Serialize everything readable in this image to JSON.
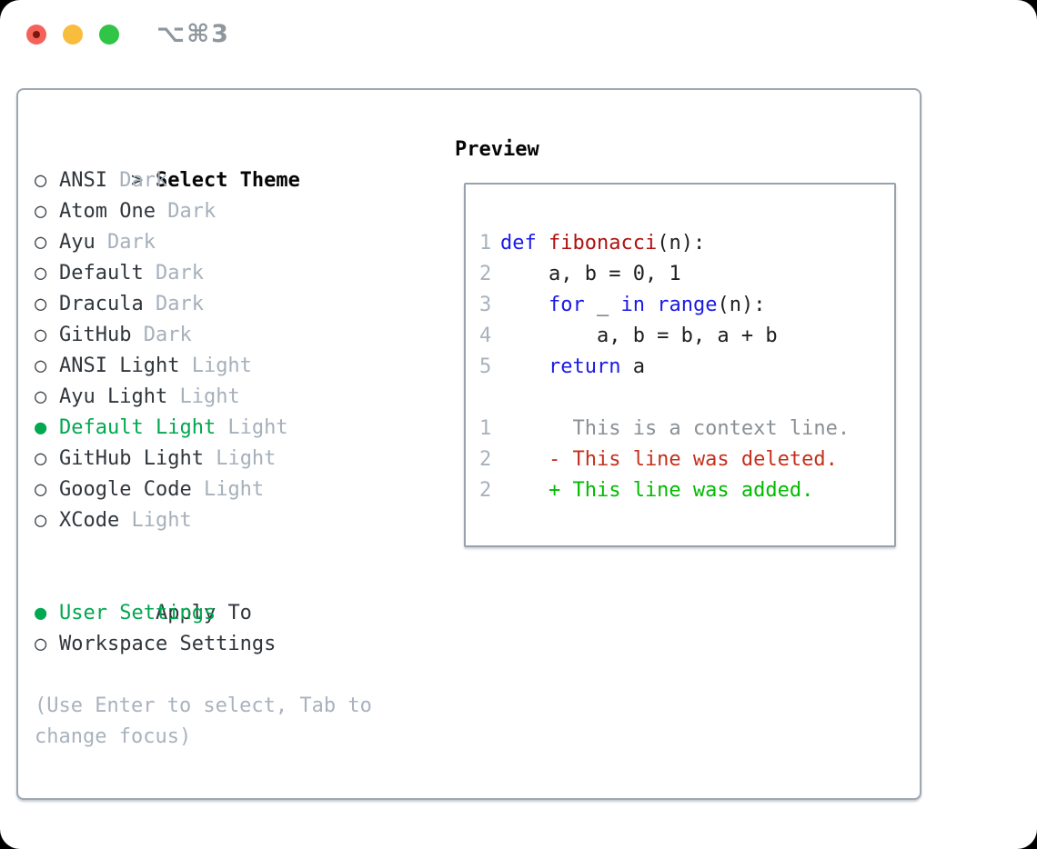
{
  "window": {
    "titlebar": {
      "shortcut": "⌥⌘3",
      "buttons": [
        "close",
        "minimize",
        "zoom"
      ]
    }
  },
  "theme_selector": {
    "cursor": ">",
    "header": "Select Theme",
    "radio_unselected": "○",
    "radio_selected": "●",
    "items": [
      {
        "label": "ANSI",
        "variant": "Dark",
        "selected": false
      },
      {
        "label": "Atom One",
        "variant": "Dark",
        "selected": false
      },
      {
        "label": "Ayu",
        "variant": "Dark",
        "selected": false
      },
      {
        "label": "Default",
        "variant": "Dark",
        "selected": false
      },
      {
        "label": "Dracula",
        "variant": "Dark",
        "selected": false
      },
      {
        "label": "GitHub",
        "variant": "Dark",
        "selected": false
      },
      {
        "label": "ANSI Light",
        "variant": "Light",
        "selected": false
      },
      {
        "label": "Ayu Light",
        "variant": "Light",
        "selected": false
      },
      {
        "label": "Default Light",
        "variant": "Light",
        "selected": true
      },
      {
        "label": "GitHub Light",
        "variant": "Light",
        "selected": false
      },
      {
        "label": "Google Code",
        "variant": "Light",
        "selected": false
      },
      {
        "label": "XCode",
        "variant": "Light",
        "selected": false
      }
    ]
  },
  "apply_to": {
    "header": "Apply To",
    "options": [
      {
        "label": "User Settings",
        "selected": true
      },
      {
        "label": "Workspace Settings",
        "selected": false
      }
    ]
  },
  "hint": "(Use Enter to select, Tab to change focus)",
  "preview": {
    "header": "Preview",
    "code_lines": [
      {
        "number": "1",
        "segments": [
          {
            "text": "def",
            "style": "keyword"
          },
          {
            "text": " ",
            "style": "plain"
          },
          {
            "text": "fibonacci",
            "style": "function"
          },
          {
            "text": "(n):",
            "style": "plain"
          }
        ]
      },
      {
        "number": "2",
        "segments": [
          {
            "text": "    a, b = 0, 1",
            "style": "plain"
          }
        ]
      },
      {
        "number": "3",
        "segments": [
          {
            "text": "    ",
            "style": "plain"
          },
          {
            "text": "for",
            "style": "keyword"
          },
          {
            "text": " _ ",
            "style": "plain"
          },
          {
            "text": "in",
            "style": "keyword"
          },
          {
            "text": " ",
            "style": "plain"
          },
          {
            "text": "range",
            "style": "keyword"
          },
          {
            "text": "(n):",
            "style": "plain"
          }
        ]
      },
      {
        "number": "4",
        "segments": [
          {
            "text": "        a, b = b, a + b",
            "style": "plain"
          }
        ]
      },
      {
        "number": "5",
        "segments": [
          {
            "text": "    ",
            "style": "plain"
          },
          {
            "text": "return",
            "style": "keyword"
          },
          {
            "text": " a",
            "style": "plain"
          }
        ]
      },
      {
        "number": "",
        "segments": []
      },
      {
        "number": "1",
        "segments": [
          {
            "text": "      This is a context line.",
            "style": "context"
          }
        ]
      },
      {
        "number": "2",
        "segments": [
          {
            "text": "    - This line was deleted.",
            "style": "deleted"
          }
        ]
      },
      {
        "number": "2",
        "segments": [
          {
            "text": "    + This line was added.",
            "style": "added"
          }
        ]
      }
    ]
  },
  "colors": {
    "selection_green": "#00a84f",
    "added_green": "#00bb00",
    "deleted_red": "#c4301c",
    "keyword_blue": "#1a1ae6",
    "function_red": "#b01111",
    "context_gray": "#8a9096",
    "muted_gray": "#a6b0bb",
    "panel_border": "#9fa7b1",
    "traffic_red": "#f4625a",
    "traffic_yellow": "#f8bd3d",
    "traffic_green": "#30c546"
  }
}
